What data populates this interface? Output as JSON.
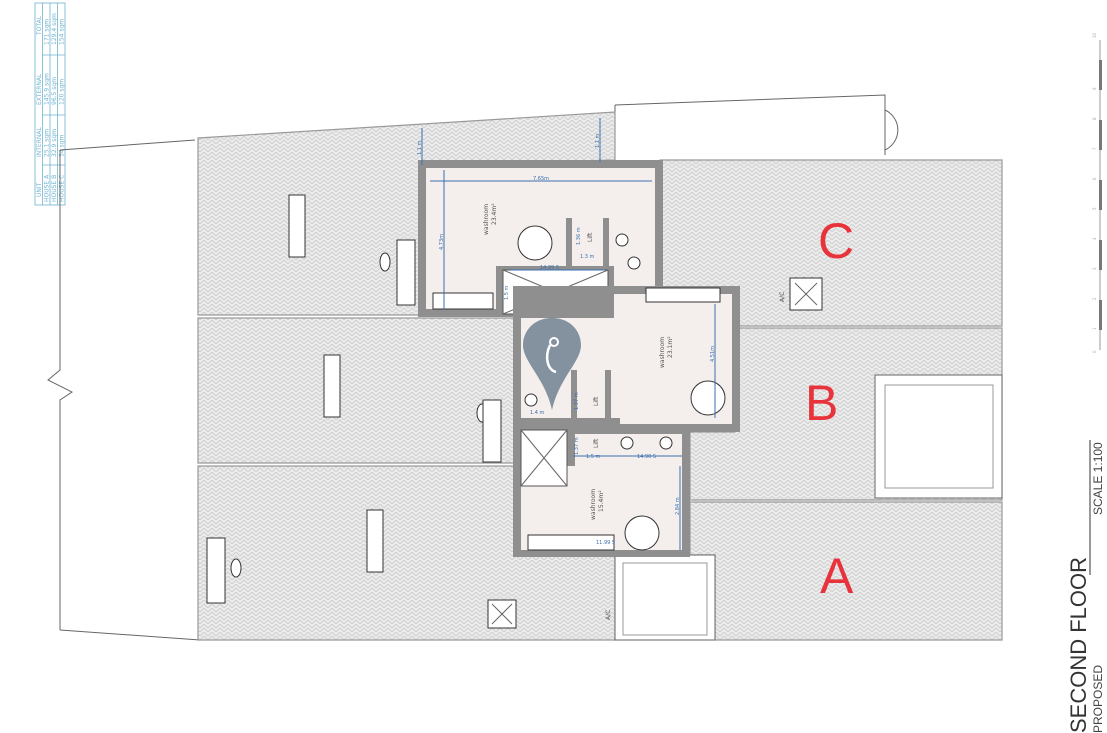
{
  "title": {
    "main": "SECOND FLOOR",
    "sub": "PROPOSED",
    "scale": "SCALE 1:100"
  },
  "area_table": {
    "headers": [
      "UNIT",
      "INTERNAL",
      "EXTERNAL",
      "TOTAL"
    ],
    "rows": [
      [
        "HOUSE A",
        "25.1 sqm",
        "145.9 sqm",
        "171 sqm"
      ],
      [
        "HOUSE B",
        "32.9 sqm",
        "96.5 sqm",
        "129.4 sqm"
      ],
      [
        "HOUSE C",
        "34 sqm",
        "120 sqm",
        "154 sqm"
      ]
    ]
  },
  "units": {
    "a": "A",
    "b": "B",
    "c": "C"
  },
  "rooms": {
    "top": {
      "name": "washroom",
      "area": "23.4m²",
      "width": "7.65m",
      "depth": "4.73m",
      "lift": "Lift",
      "lift_w": "1.3 m",
      "lift_d": "1.36 m",
      "void_w": "14.99 S",
      "void_d": "1.5 m"
    },
    "middle": {
      "name": "washroom",
      "area": "23.1m²",
      "depth": "4.51m",
      "lift": "Lift",
      "wc_w": "1.4 m",
      "lift_d": "1.37 m"
    },
    "bottom": {
      "name": "washroom",
      "area": "15.4m²",
      "lift": "Lift",
      "lift_w": "1.5 m",
      "lift_d": "1.37 m",
      "wc_w": "14.90 S",
      "depth": "2.84 m",
      "run": "11.99 S"
    }
  },
  "terrace_dims": {
    "left": "1.1 m",
    "right": "1.1 m"
  },
  "ac_label": "A/C",
  "scale_bar": {
    "ticks": [
      "0",
      "1",
      "2",
      "3",
      "4",
      "5",
      "6",
      "7",
      "8",
      "9",
      "10"
    ]
  },
  "colors": {
    "unit_label": "#e8323c",
    "dimension": "#3b6fb0",
    "table": "#6fb3cf",
    "pin": "#7a8a99"
  }
}
